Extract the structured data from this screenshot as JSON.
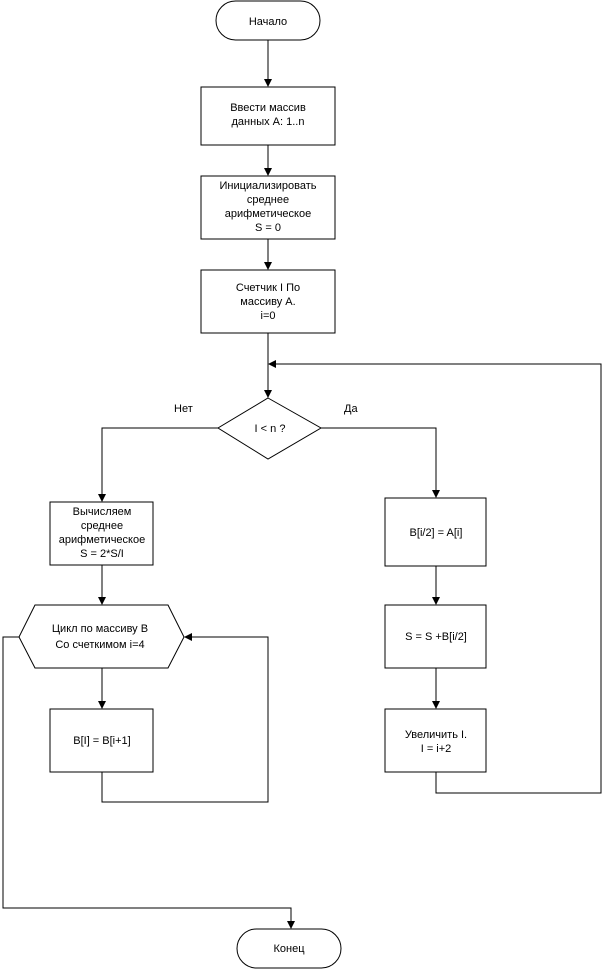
{
  "nodes": {
    "start": {
      "lines": [
        "Начало"
      ]
    },
    "input": {
      "lines": [
        "Ввести массив",
        "данных A: 1..n"
      ]
    },
    "init_avg": {
      "lines": [
        "Инициализировать",
        "среднее",
        "арифметическое",
        "S = 0"
      ]
    },
    "counter": {
      "lines": [
        "Счетчик I По",
        "массиву A.",
        "i=0"
      ]
    },
    "decision": {
      "lines": [
        "I < n ?"
      ]
    },
    "compute_avg": {
      "lines": [
        "Вычисляем",
        "среднее",
        "арифметическое",
        "S = 2*S/I"
      ]
    },
    "loop": {
      "lines": [
        "Цикл по массиву B",
        "Со счеткимом i=4"
      ]
    },
    "assign_shift": {
      "lines": [
        "B[I] = B[i+1]"
      ]
    },
    "assign_half": {
      "lines": [
        "B[i/2] = A[i]"
      ]
    },
    "sum": {
      "lines": [
        "S = S +B[i/2]"
      ]
    },
    "increment": {
      "lines": [
        "Увеличить I.",
        "I = i+2"
      ]
    },
    "end": {
      "lines": [
        "Конец"
      ]
    }
  },
  "branches": {
    "no": "Нет",
    "yes": "Да"
  }
}
